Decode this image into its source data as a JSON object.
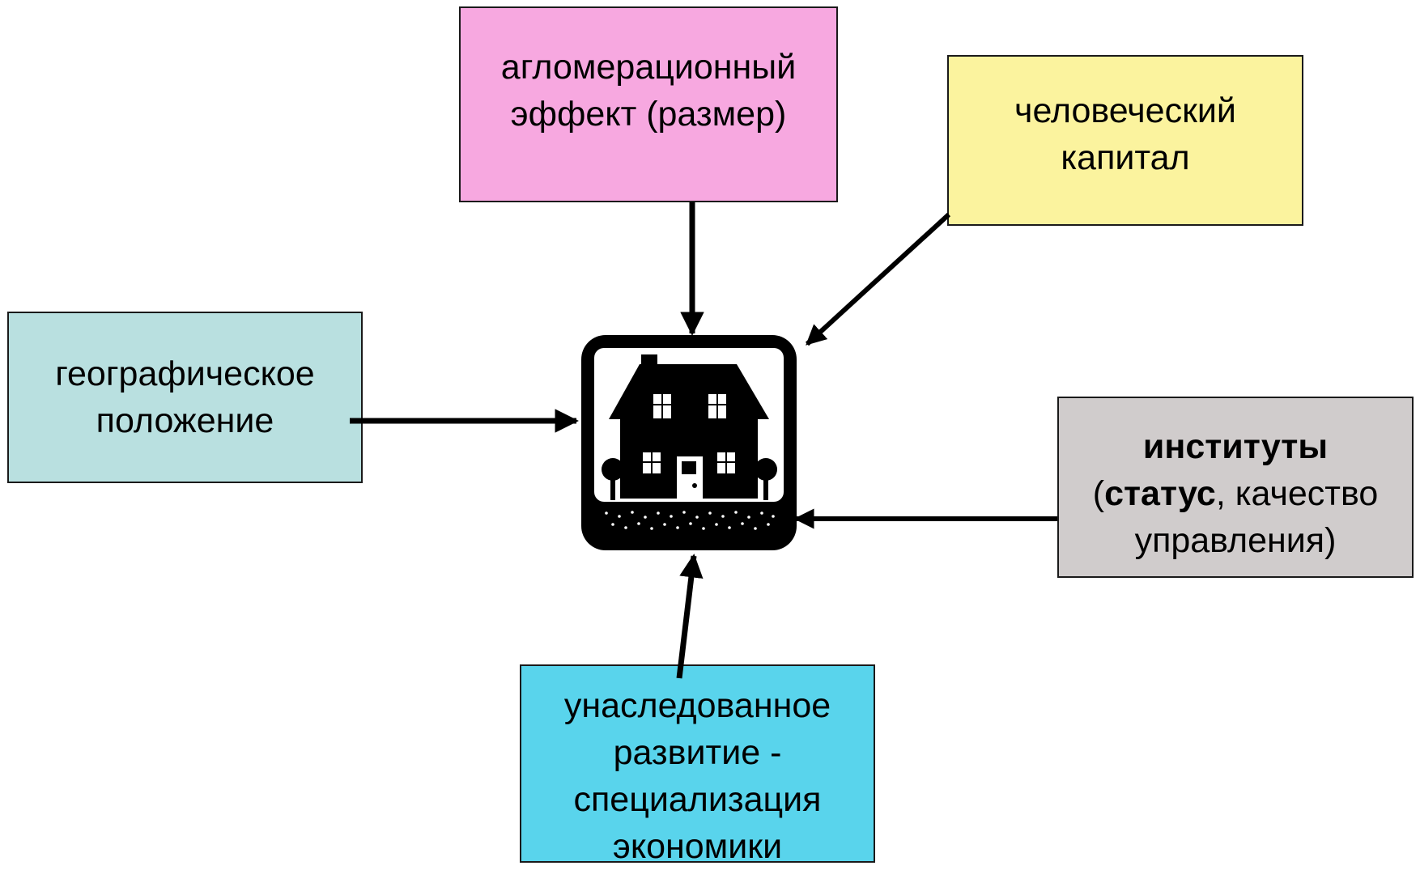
{
  "nodes": {
    "agglomeration": {
      "line1": "агломерационный",
      "line2": "эффект (размер)",
      "color": "#f7a8e0"
    },
    "human_capital": {
      "line1": "человеческий",
      "line2": "капитал",
      "color": "#fbf39e"
    },
    "geography": {
      "line1": "географическое",
      "line2": "положение",
      "color": "#b9e0e0"
    },
    "institutions": {
      "title": "институты",
      "open_paren": "(",
      "status": "статус",
      "rest": ", качество",
      "line3": "управления)",
      "color": "#d0cccc"
    },
    "inherited": {
      "line1": "унаследованное",
      "line2": "развитие -",
      "line3": "специализация",
      "line4": "экономики",
      "color": "#59d4ec"
    }
  },
  "center_icon": "house-icon",
  "edges": [
    {
      "from": "agglomeration",
      "to": "center"
    },
    {
      "from": "human_capital",
      "to": "center"
    },
    {
      "from": "geography",
      "to": "center"
    },
    {
      "from": "institutions",
      "to": "center"
    },
    {
      "from": "inherited",
      "to": "center"
    }
  ]
}
